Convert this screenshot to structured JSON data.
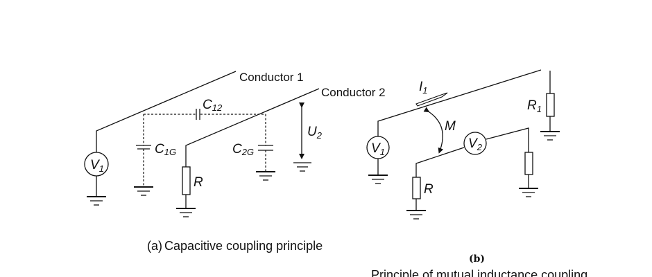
{
  "diagram_a": {
    "conductor1_label": "Conductor 1",
    "conductor2_label": "Conductor 2",
    "source": {
      "symbol": "V",
      "sub": "1"
    },
    "c12": {
      "symbol": "C",
      "sub": "12"
    },
    "c1g": {
      "symbol": "C",
      "sub": "1G"
    },
    "c2g": {
      "symbol": "C",
      "sub": "2G"
    },
    "resistor": "R",
    "voltage": {
      "symbol": "U",
      "sub": "2"
    },
    "caption_prefix": "(a)",
    "caption": "Capacitive coupling principle"
  },
  "diagram_b": {
    "source": {
      "symbol": "V",
      "sub": "1"
    },
    "meter": {
      "symbol": "V",
      "sub": "2"
    },
    "current": {
      "symbol": "I",
      "sub": "1"
    },
    "mutual": "M",
    "r1": {
      "symbol": "R",
      "sub": "1"
    },
    "resistor": "R",
    "caption_prefix": "(b)",
    "caption": "Principle of mutual inductance coupling"
  }
}
